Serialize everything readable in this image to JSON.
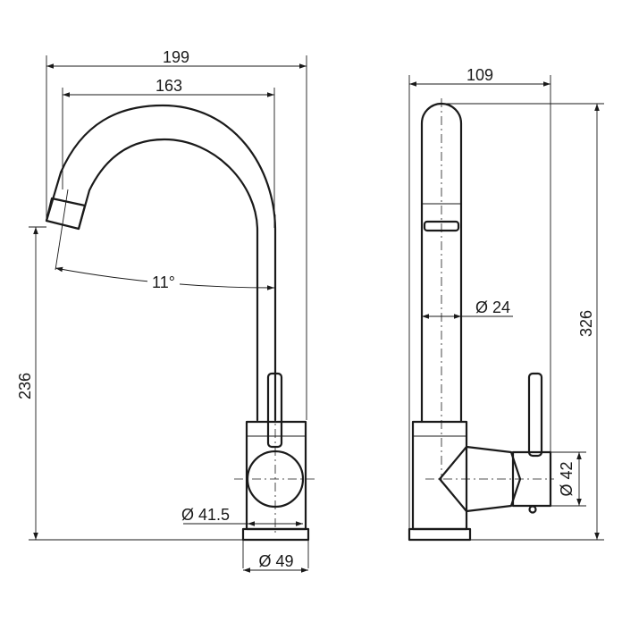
{
  "drawing": {
    "colors": {
      "ink": "#1a1a1a",
      "paper": "#ffffff"
    },
    "front_view": {
      "width_overall": "199",
      "width_spout": "163",
      "angle": "11°",
      "height_spout": "236",
      "diameter_lever": "Ø 41.5",
      "diameter_base": "Ø 49"
    },
    "side_view": {
      "depth": "109",
      "height_overall": "326",
      "diameter_tube": "Ø 24",
      "diameter_body": "Ø 42"
    }
  }
}
